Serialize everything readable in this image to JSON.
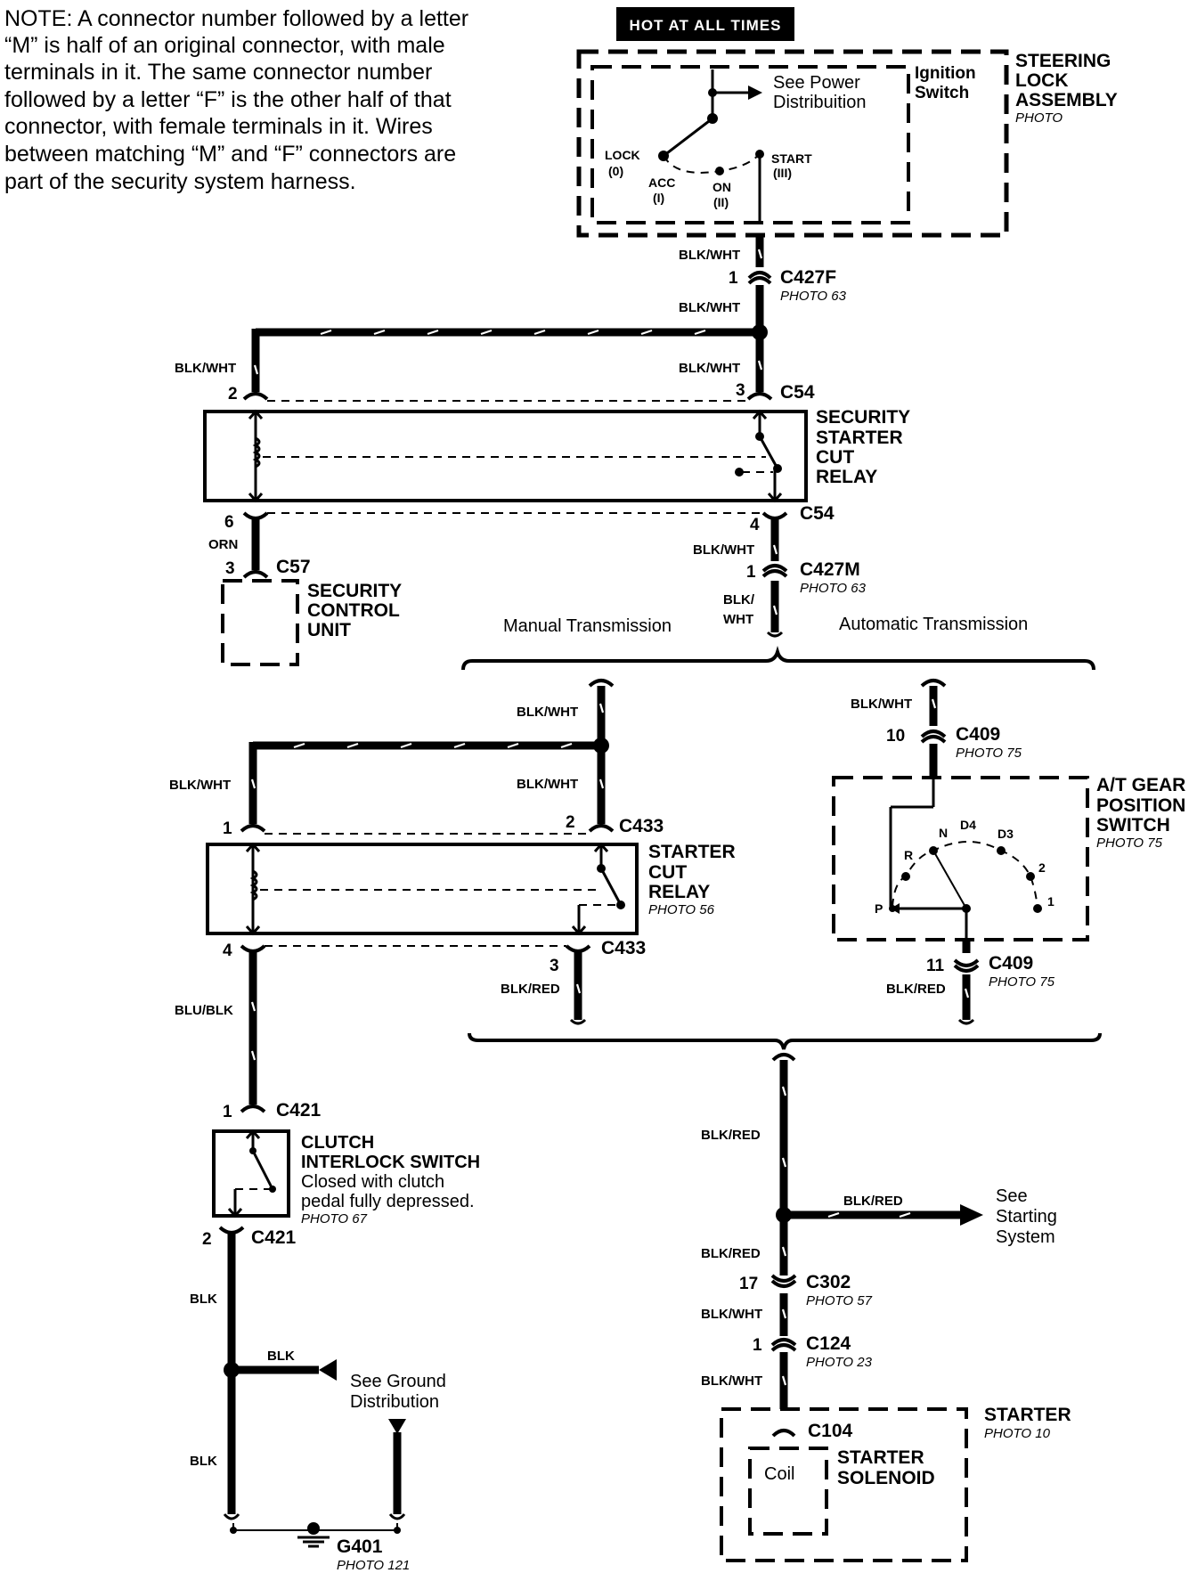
{
  "note": [
    "NOTE: A connector number followed by a letter",
    "“M” is half of an original connector, with male",
    "terminals in it. The same connector number",
    "followed by a letter “F” is the other half of that",
    "connector, with female terminals in it. Wires",
    "between matching “M” and “F” connectors are",
    "part of the security system harness."
  ],
  "hot_label": "HOT AT ALL TIMES",
  "steering": {
    "name": [
      "STEERING",
      "LOCK",
      "ASSEMBLY"
    ],
    "photo": "PHOTO",
    "ignition": [
      "Ignition",
      "Switch"
    ],
    "see_power": [
      "See Power",
      "Distribuition"
    ],
    "lock": [
      "LOCK",
      "(0)"
    ],
    "acc": [
      "ACC",
      "(I)"
    ],
    "on": [
      "ON",
      "(II)"
    ],
    "start": [
      "START",
      "(III)"
    ]
  },
  "wires": {
    "blk_wht": "BLK/WHT",
    "blk_wht_a": "BLK/",
    "blk_wht_b": "WHT",
    "orn": "ORN",
    "blk_red": "BLK/RED",
    "blu_blk": "BLU/BLK",
    "blk": "BLK"
  },
  "connectors": {
    "c427f": "C427F",
    "c427m": "C427M",
    "c54": "C54",
    "c57": "C57",
    "c409": "C409",
    "c433": "C433",
    "c421": "C421",
    "c302": "C302",
    "c124": "C124",
    "c104": "C104",
    "g401": "G401"
  },
  "photos": {
    "p63": "PHOTO 63",
    "p75": "PHOTO 75",
    "p56": "PHOTO 56",
    "p67": "PHOTO 67",
    "p57": "PHOTO 57",
    "p23": "PHOTO 23",
    "p10": "PHOTO 10",
    "p121": "PHOTO 121"
  },
  "pins": {
    "one": "1",
    "two": "2",
    "three": "3",
    "four": "4",
    "six": "6",
    "ten": "10",
    "eleven": "11",
    "seventeen": "17"
  },
  "components": {
    "sec_relay": [
      "SECURITY",
      "STARTER",
      "CUT",
      "RELAY"
    ],
    "sec_unit": [
      "SECURITY",
      "CONTROL",
      "UNIT"
    ],
    "starter_relay": [
      "STARTER",
      "CUT",
      "RELAY"
    ],
    "at_switch": [
      "A/T GEAR",
      "POSITION",
      "SWITCH"
    ],
    "clutch": [
      "CLUTCH",
      "INTERLOCK SWITCH"
    ],
    "clutch_desc": [
      "Closed with clutch",
      "pedal fully depressed."
    ],
    "starter": "STARTER",
    "solenoid": [
      "STARTER",
      "SOLENOID"
    ],
    "coil": "Coil"
  },
  "gears": {
    "p": "P",
    "r": "R",
    "n": "N",
    "d4": "D4",
    "d3": "D3",
    "g2": "2",
    "g1": "1"
  },
  "manual": "Manual Transmission",
  "automatic": "Automatic Transmission",
  "see_starting": [
    "See",
    "Starting",
    "System"
  ],
  "see_ground": [
    "See Ground",
    "Distribution"
  ]
}
